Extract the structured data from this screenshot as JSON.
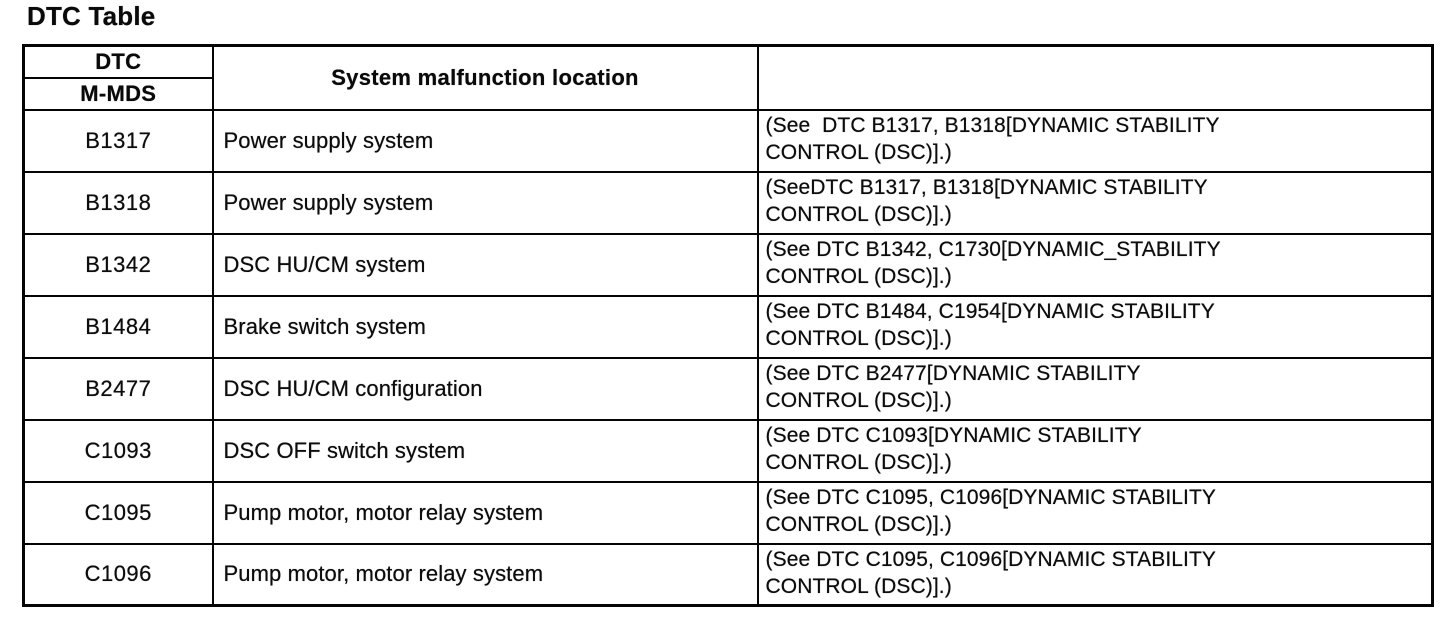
{
  "title": "DTC Table",
  "table": {
    "header": {
      "dtc": "DTC",
      "mmds": "M-MDS",
      "location": "System malfunction location",
      "reference": ""
    },
    "rows": [
      {
        "dtc": "B1317",
        "location": "Power supply system",
        "note1": "(See  DTC B1317, B1318[DYNAMIC STABILITY",
        "note2": "CONTROL (DSC)].)"
      },
      {
        "dtc": "B1318",
        "location": "Power supply system",
        "note1": "(SeeDTC B1317, B1318[DYNAMIC STABILITY",
        "note2": "CONTROL (DSC)].)"
      },
      {
        "dtc": "B1342",
        "location": "DSC HU/CM system",
        "note1": "(See DTC B1342, C1730[DYNAMIC_STABILITY",
        "note2": "CONTROL (DSC)].)"
      },
      {
        "dtc": "B1484",
        "location": "Brake switch system",
        "note1": "(See DTC B1484, C1954[DYNAMIC STABILITY",
        "note2": "CONTROL (DSC)].)"
      },
      {
        "dtc": "B2477",
        "location": "DSC HU/CM configuration",
        "note1": "(See DTC B2477[DYNAMIC STABILITY",
        "note2": "CONTROL (DSC)].)"
      },
      {
        "dtc": "C1093",
        "location": "DSC OFF switch system",
        "note1": "(See DTC C1093[DYNAMIC STABILITY",
        "note2": "CONTROL (DSC)].)"
      },
      {
        "dtc": "C1095",
        "location": "Pump motor, motor relay system",
        "note1": "(See DTC C1095, C1096[DYNAMIC STABILITY",
        "note2": "CONTROL (DSC)].)"
      },
      {
        "dtc": "C1096",
        "location": "Pump motor, motor relay system",
        "note1": "(See DTC C1095, C1096[DYNAMIC STABILITY",
        "note2": "CONTROL (DSC)].)"
      }
    ]
  }
}
